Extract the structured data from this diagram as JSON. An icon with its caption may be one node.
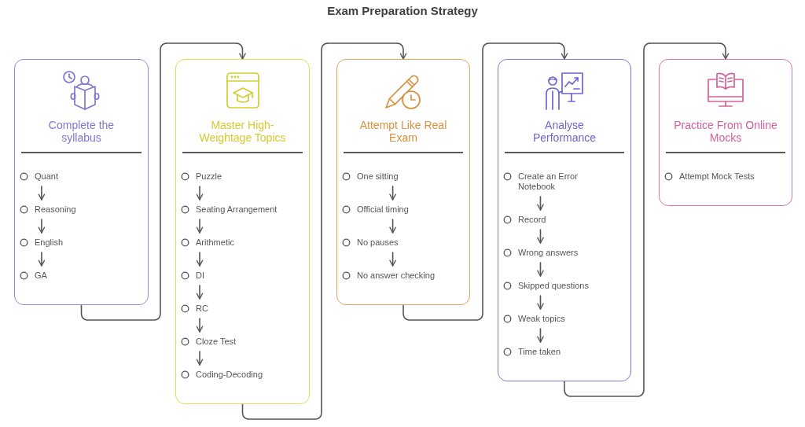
{
  "diagram": {
    "title": "Exam Preparation Strategy",
    "nodes": [
      {
        "text": [
          "Complete the syllabus"
        ]
      },
      {
        "text": [
          "Quant"
        ],
        "in": 0
      },
      {
        "text": [
          "Reasoning"
        ],
        "in": 0
      },
      {
        "text": [
          "English"
        ],
        "in": 0
      },
      {
        "text": [
          "GA"
        ],
        "in": 0
      },
      {
        "text": [
          "Master High-Weightage Topics"
        ]
      },
      {
        "text": [
          "Puzzle"
        ],
        "in": 5
      },
      {
        "text": [
          "Seating Arrangement"
        ],
        "in": 5
      },
      {
        "text": [
          "Arithmetic"
        ],
        "in": 5
      },
      {
        "text": [
          "DI"
        ],
        "in": 5
      },
      {
        "text": [
          "RC"
        ],
        "in": 5
      },
      {
        "text": [
          "Cloze Test"
        ],
        "in": 5
      },
      {
        "text": [
          "Coding-Decoding"
        ],
        "in": 5
      },
      {
        "text": [
          "Attempt Like Real Exam"
        ]
      },
      {
        "text": [
          "One sitting"
        ],
        "in": 13
      },
      {
        "text": [
          "Official timing"
        ],
        "in": 13
      },
      {
        "text": [
          "No pauses"
        ],
        "in": 13
      },
      {
        "text": [
          "No answer checking"
        ],
        "in": 13
      },
      {
        "text": [
          "Analyse Performance"
        ]
      },
      {
        "text": [
          "Create an Error Notebook"
        ],
        "in": 18
      },
      {
        "text": [
          "Record"
        ],
        "in": 18
      },
      {
        "text": [
          "Wrong answers"
        ],
        "in": 18
      },
      {
        "text": [
          "Skipped questions"
        ],
        "in": 18
      },
      {
        "text": [
          "Weak topics"
        ],
        "in": 18
      },
      {
        "text": [
          "Time taken"
        ],
        "in": 18
      },
      {
        "text": [
          "Practice From Online Mocks"
        ]
      },
      {
        "text": [
          "Attempt Mock Tests"
        ],
        "in": 25
      }
    ],
    "edges": [
      {
        "from": 1,
        "to": 2,
        "arrow": "to"
      },
      {
        "from": 2,
        "to": 3,
        "arrow": "to"
      },
      {
        "from": 3,
        "to": 4,
        "arrow": "to"
      },
      {
        "from": 0,
        "to": 5,
        "arrow": "to"
      },
      {
        "from": 6,
        "to": 7,
        "arrow": "to"
      },
      {
        "from": 7,
        "to": 8,
        "arrow": "to"
      },
      {
        "from": 8,
        "to": 9,
        "arrow": "to"
      },
      {
        "from": 9,
        "to": 10,
        "arrow": "to"
      },
      {
        "from": 10,
        "to": 11,
        "arrow": "to"
      },
      {
        "from": 11,
        "to": 12,
        "arrow": "to"
      },
      {
        "from": 5,
        "to": 13,
        "arrow": "to"
      },
      {
        "from": 14,
        "to": 15,
        "arrow": "to"
      },
      {
        "from": 15,
        "to": 16,
        "arrow": "to"
      },
      {
        "from": 16,
        "to": 17,
        "arrow": "to"
      },
      {
        "from": 13,
        "to": 18,
        "arrow": "to"
      },
      {
        "from": 19,
        "to": 20,
        "arrow": "to"
      },
      {
        "from": 20,
        "to": 21,
        "arrow": "to"
      },
      {
        "from": 21,
        "to": 22,
        "arrow": "to"
      },
      {
        "from": 22,
        "to": 23,
        "arrow": "to"
      },
      {
        "from": 23,
        "to": 24,
        "arrow": "to"
      },
      {
        "from": 18,
        "to": 25,
        "arrow": "to"
      }
    ]
  }
}
